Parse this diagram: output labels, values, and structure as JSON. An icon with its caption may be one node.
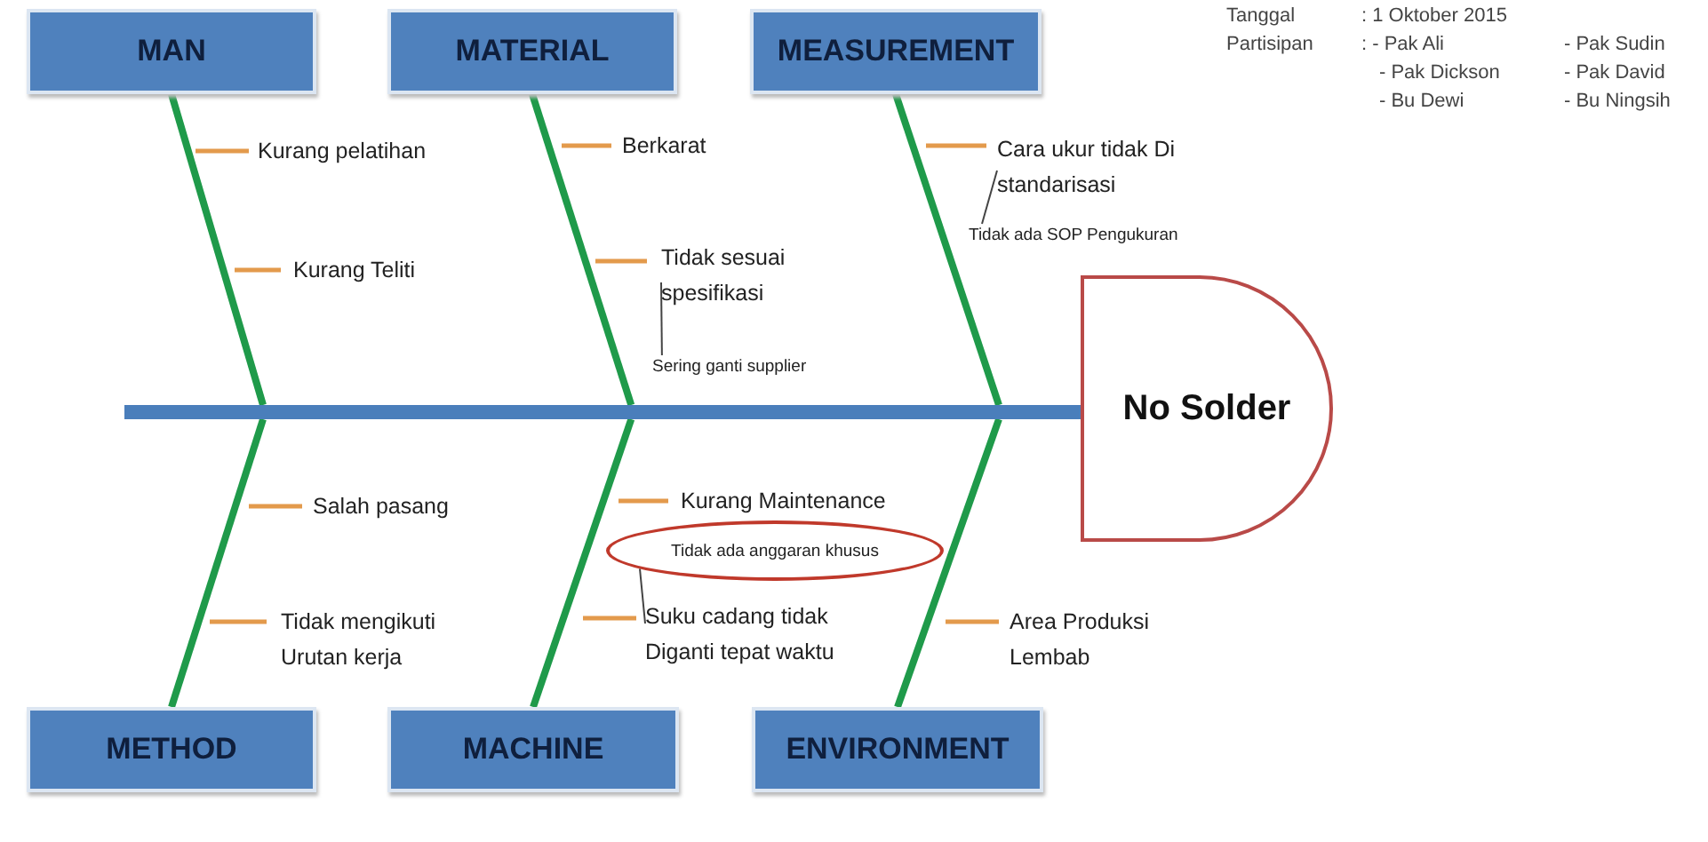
{
  "diagram": {
    "nodes": [
      {
        "text": [
          "MAN"
        ]
      },
      {
        "text": [
          "MATERIAL"
        ]
      },
      {
        "text": [
          "MEASUREMENT"
        ]
      },
      {
        "text": [
          "Kurang pelatihan"
        ]
      },
      {
        "text": [
          "Berkarat"
        ]
      },
      {
        "text": [
          "Cara ukur tidak Di standarisasi"
        ]
      },
      {
        "text": [
          "Tidak ada SOP Pengukuran"
        ]
      },
      {
        "text": [
          "Kurang Teliti"
        ]
      },
      {
        "text": [
          "Tidak sesuai spesifikasi"
        ]
      },
      {
        "text": [
          "Sering ganti supplier"
        ]
      },
      {
        "text": [
          "No Solder"
        ]
      },
      {
        "text": [
          "Salah pasang"
        ]
      },
      {
        "text": [
          "Kurang Maintenance"
        ]
      },
      {
        "text": [
          "Tidak ada anggaran khusus"
        ]
      },
      {
        "text": [
          "Tidak mengikuti Urutan kerja"
        ]
      },
      {
        "text": [
          "Suku cadang tidak Diganti tepat waktu"
        ]
      },
      {
        "text": [
          "Area Produksi Lembab"
        ]
      },
      {
        "text": [
          "METHOD"
        ]
      },
      {
        "text": [
          "MACHINE"
        ]
      },
      {
        "text": [
          "ENVIRONMENT"
        ]
      },
      {
        "text": [],
        "shape": "bar"
      }
    ],
    "edges": [
      {
        "from": 0,
        "to": 20,
        "arrow": "none"
      },
      {
        "from": 1,
        "to": 20,
        "arrow": "none"
      },
      {
        "from": 2,
        "to": 20,
        "arrow": "none"
      },
      {
        "from": 17,
        "to": 20,
        "arrow": "none"
      },
      {
        "from": 18,
        "to": 20,
        "arrow": "none"
      },
      {
        "from": 19,
        "to": 20,
        "arrow": "none"
      },
      {
        "from": 6,
        "to": 5,
        "arrow": "none",
        "color": "#444444"
      },
      {
        "from": 9,
        "to": 8,
        "arrow": "none",
        "color": "#444444"
      },
      {
        "from": 13,
        "to": 15,
        "arrow": "none",
        "color": "#444444"
      }
    ],
    "labels": [
      "Tanggal",
      ": 1 Oktober 2015",
      "Partisipan",
      ": - Pak Ali",
      "- Pak Sudin",
      "- Pak Dickson",
      "- Pak David",
      "- Bu Dewi",
      "- Bu Ningsih"
    ]
  }
}
